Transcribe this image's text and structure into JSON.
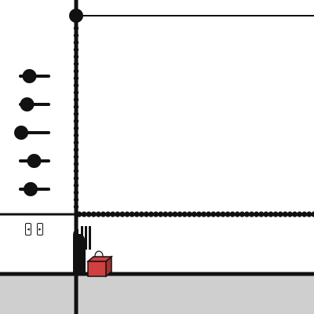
{
  "colors": {
    "ink": "#111111",
    "ground": "#cfcfcf",
    "background": "#ffffff",
    "crate": "#d04040",
    "crate_dark": "#a83030",
    "egg": "#f2f2ea"
  },
  "sliders": {
    "count": 5,
    "levels": [
      0.35,
      0.25,
      0.0,
      0.55,
      0.4
    ]
  },
  "icons": {
    "prev": "caret-left-icon",
    "next": "caret-right-icon",
    "left_glyph": "◂",
    "right_glyph": "▸"
  }
}
